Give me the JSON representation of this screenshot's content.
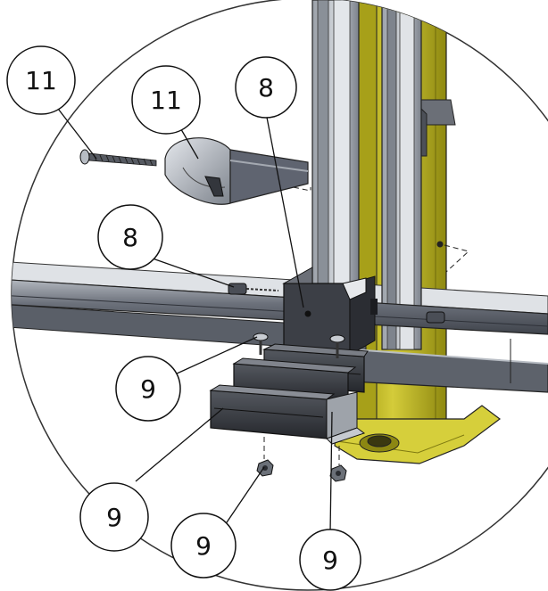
{
  "diagram": {
    "callouts": [
      {
        "id": "c1",
        "label": "11"
      },
      {
        "id": "c2",
        "label": "11"
      },
      {
        "id": "c3",
        "label": "8"
      },
      {
        "id": "c4",
        "label": "8"
      },
      {
        "id": "c5",
        "label": "9"
      },
      {
        "id": "c6",
        "label": "9"
      },
      {
        "id": "c7",
        "label": "9"
      },
      {
        "id": "c8",
        "label": "9"
      }
    ],
    "colors": {
      "yellow": "#c9c12a",
      "yellow_dark": "#8f8a16",
      "steel": "#8e929a",
      "steel_dark": "#4a4e57",
      "steel_light": "#c8ccd2",
      "black_part": "#2d2f35",
      "outline": "#222222"
    }
  }
}
